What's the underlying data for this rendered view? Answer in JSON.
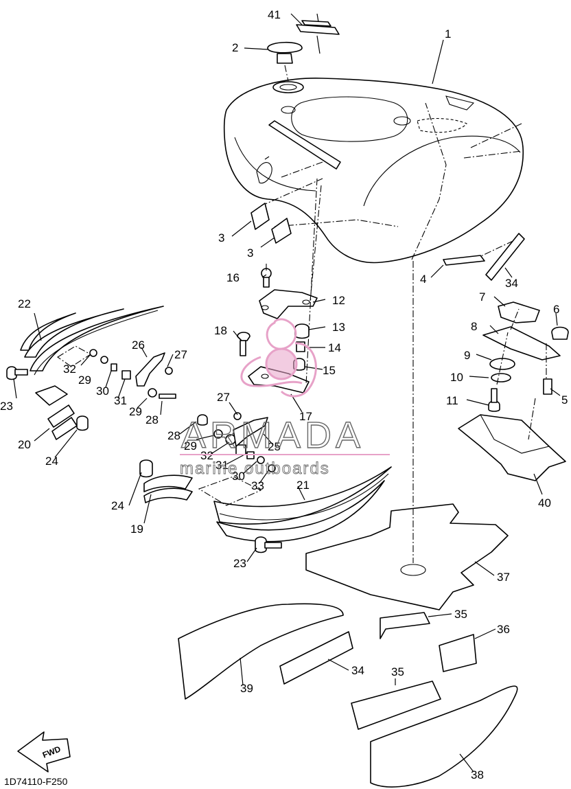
{
  "diagram": {
    "drawing_code": "1D74110-F250",
    "direction_label": "FWD",
    "watermark": {
      "brand": "ARMADA",
      "tagline": "marine outboards",
      "logo_color": "#e7a2c8"
    },
    "callouts": [
      "1",
      "2",
      "3",
      "3",
      "4",
      "5",
      "6",
      "7",
      "8",
      "9",
      "10",
      "11",
      "12",
      "13",
      "14",
      "15",
      "16",
      "17",
      "18",
      "19",
      "20",
      "21",
      "22",
      "23",
      "23",
      "24",
      "24",
      "25",
      "26",
      "27",
      "27",
      "28",
      "28",
      "29",
      "29",
      "29",
      "30",
      "30",
      "31",
      "31",
      "32",
      "32",
      "33",
      "34",
      "34",
      "35",
      "35",
      "36",
      "37",
      "38",
      "39",
      "40",
      "41"
    ]
  }
}
